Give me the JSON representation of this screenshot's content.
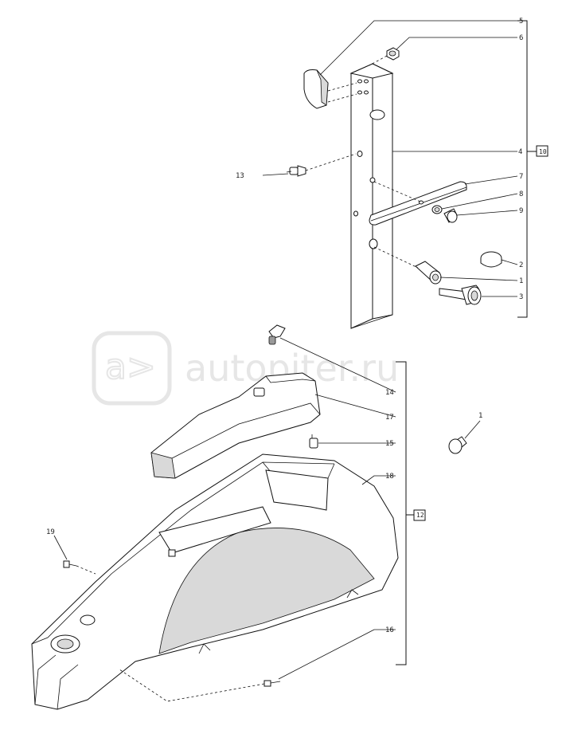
{
  "watermark": "autopiter.ru",
  "callouts": {
    "p1_top": "1",
    "p1_right": "1",
    "p2": "2",
    "p3": "3",
    "p4": "4",
    "p5": "5",
    "p6": "6",
    "p7": "7",
    "p8": "8",
    "p9": "9",
    "p10": "10",
    "p12": "12",
    "p13": "13",
    "p14": "14",
    "p15": "15",
    "p16": "16",
    "p17": "17",
    "p18": "18",
    "p19": "19"
  }
}
